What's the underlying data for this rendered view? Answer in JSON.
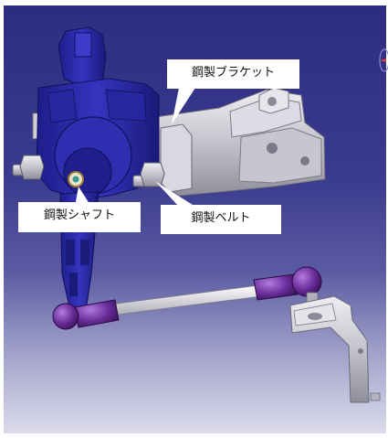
{
  "callouts": {
    "bracket": "鋼製ブラケット",
    "shaft": "鋼製シャフト",
    "belt": "鋼製ベルト"
  },
  "colors": {
    "background_top": "#2c2c80",
    "background_bottom": "#dcdcec",
    "housing": "#2b2ba6",
    "steel": "#c9c9d2",
    "joint": "#6a2d9a",
    "callout": "#ffffff"
  }
}
